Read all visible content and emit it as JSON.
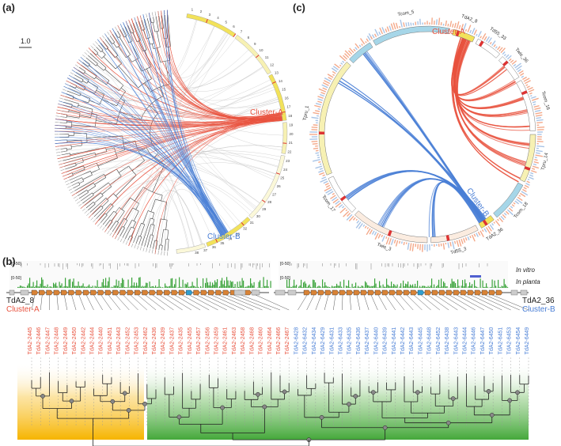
{
  "panel_a": {
    "label": "(a)",
    "scale_bar": "1.0",
    "cluster_a": "Cluster-A",
    "cluster_b": "Cluster-B",
    "ring_numbers": [
      "1",
      "2",
      "3",
      "4",
      "5",
      "6",
      "7",
      "8",
      "9",
      "10",
      "11",
      "12",
      "13",
      "14",
      "15",
      "16",
      "17",
      "18",
      "19",
      "20",
      "21",
      "22",
      "23",
      "24",
      "25",
      "26",
      "27",
      "28",
      "29",
      "30",
      "31",
      "32",
      "33",
      "34",
      "35",
      "36",
      "37",
      "38"
    ]
  },
  "panel_b": {
    "label": "(b)",
    "track_labels": [
      "In vitro",
      "In planta"
    ],
    "scale_labels": [
      "[0-50]",
      "[0-50]",
      "[0-50]",
      "[0-50]"
    ],
    "left_contig": "TdA2_8",
    "left_cluster": "Cluster-A",
    "right_contig": "TdA2_36",
    "right_cluster": "Cluster-B",
    "genes_a": [
      "TdA2-2445",
      "TdA2-2446",
      "TdA2-2447",
      "TdA2-2448",
      "TdA2-2449",
      "TdA2-2450",
      "TdA2-2442",
      "TdA2-2444",
      "TdA2-2440",
      "TdA2-2451",
      "TdA2-2443",
      "TdA2-2452",
      "TdA2-2453",
      "TdA2-2462",
      "TdA2-2436"
    ],
    "genes_mid": [
      "TdA2-2439",
      "TdA2-2437",
      "TdA2-2435",
      "TdA2-2455",
      "TdA2-2457",
      "TdA2-2456",
      "TdA2-2459",
      "TdA2-2461",
      "TdA2-2463",
      "TdA2-2458",
      "TdA2-2468",
      "TdA2-2460",
      "TdA2-2464",
      "TdA2-2466",
      "TdA2-2467"
    ],
    "genes_b": [
      "TdA2-6428",
      "TdA2-6432",
      "TdA2-6434",
      "TdA2-6429",
      "TdA2-6431",
      "TdA2-6433",
      "TdA2-6435",
      "TdA2-6436",
      "TdA2-6437",
      "TdA2-6440",
      "TdA2-6439",
      "TdA2-6441",
      "TdA2-6442",
      "TdA2-6443",
      "TdA2-6445",
      "TdA2-6448",
      "TdA2-6452",
      "TdA2-6438",
      "TdA2-6443",
      "TdA2-6444",
      "TdA2-6446",
      "TdA2-6447",
      "TdA2-6450",
      "TdA2-6451",
      "TdA2-6453",
      "TdA2-6454",
      "TdA2-6449"
    ]
  },
  "panel_c": {
    "label": "(c)",
    "cluster_a": "Cluster-A",
    "cluster_b": "Cluster-B",
    "contigs": [
      "TdA2_8",
      "Td55_33",
      "Twis_36",
      "Tcom_16",
      "Tpru_14",
      "Tcom_18",
      "TdA2_36",
      "Td55_3",
      "Twis_3",
      "Tcom_17",
      "Tpru_1",
      "Tcom_5"
    ]
  },
  "colors": {
    "cluster_a": "#e8533f",
    "cluster_b": "#4a7fd6",
    "gene_orange": "#d98336",
    "gene_blue": "#2f9fd0",
    "yellow_bg": "#f6b400",
    "green_bg": "#44a83a",
    "ring_yellow": "#f2e25a",
    "ring_blue": "#a6d6e8",
    "link_gray": "#bdbdbd"
  }
}
